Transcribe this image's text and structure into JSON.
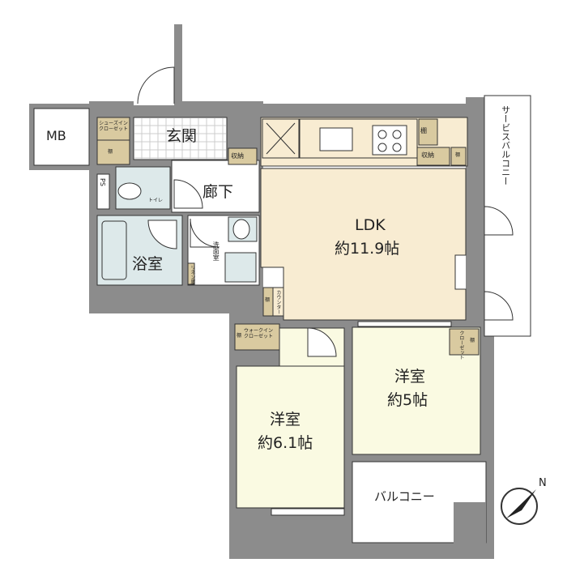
{
  "rooms": {
    "mb": "MB",
    "entrance": "玄関",
    "shoe_closet": "シューズイン\nクローゼット",
    "shelf": "棚",
    "storage": "収納",
    "ps": "PS",
    "toilet": "トイレ",
    "corridor": "廊下",
    "bath": "浴室",
    "washroom": "洗面室",
    "linen": "リネン庫",
    "ldk_name": "LDK",
    "ldk_size": "約11.9帖",
    "counter": "カウンター",
    "service_balcony": "サービスバルコニー",
    "wic": "ウォークイン\nクローゼット",
    "western1_name": "洋室",
    "western1_size": "約6.1帖",
    "western2_name": "洋室",
    "western2_size": "約5帖",
    "closet": "クローゼット",
    "balcony": "バルコニー",
    "compass": "N"
  },
  "colors": {
    "wall": "#8c8c8c",
    "ldk": "#f8ecd2",
    "western": "#fafae2",
    "wet": "#dde9ea",
    "storage": "#d9caa0"
  }
}
